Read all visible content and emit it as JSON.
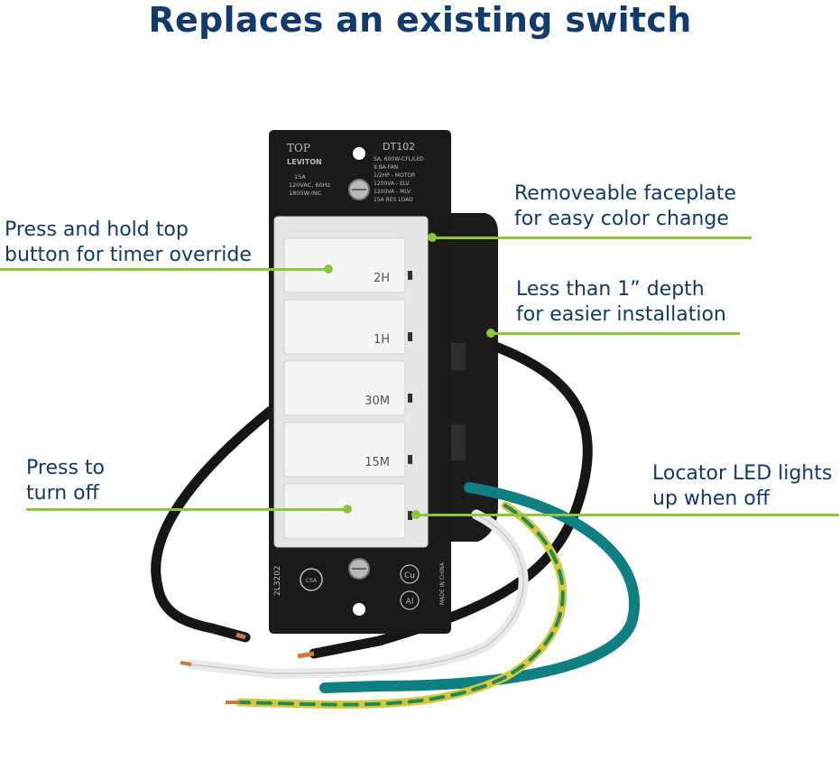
{
  "title": "Replaces an existing switch",
  "callouts": {
    "top_button": {
      "line1": "Press and hold top",
      "line2": "button for timer override"
    },
    "faceplate": {
      "line1": "Removeable faceplate",
      "line2": "for easy color change"
    },
    "depth": {
      "line1": "Less than 1” depth",
      "line2": "for easier installation"
    },
    "off": {
      "line1": "Press to",
      "line2": "turn off"
    },
    "led": {
      "line1": "Locator LED lights",
      "line2": "up when off"
    }
  },
  "device": {
    "brand": "LEVITON",
    "top_mark": "TOP",
    "model": "DT102",
    "rating_left": [
      "15A",
      "120VAC, 60Hz",
      "1800W-INC"
    ],
    "rating_right": [
      "5A, 600W-CFL/LED",
      "9.8A-FAN",
      "1/2HP - MOTOR",
      "1200VA - ELV",
      "1200VA - MLV",
      "15A RES LOAD"
    ],
    "buttons": [
      "2H",
      "1H",
      "30M",
      "15M",
      ""
    ],
    "side_mark": "2L3202",
    "made_in": "MADE IN CHINA",
    "cu_mark": "Cu",
    "al_mark": "Al",
    "csa_mark": "CSA"
  },
  "colors": {
    "title": "#123a6b",
    "callout_text": "#123a6b",
    "accent": "#8cc63f",
    "strap": "#1a1a1a",
    "button": "#f4f4f4",
    "wire_green": "#0f7f82",
    "wire_black": "#161616",
    "wire_white": "#f2f2f2"
  }
}
